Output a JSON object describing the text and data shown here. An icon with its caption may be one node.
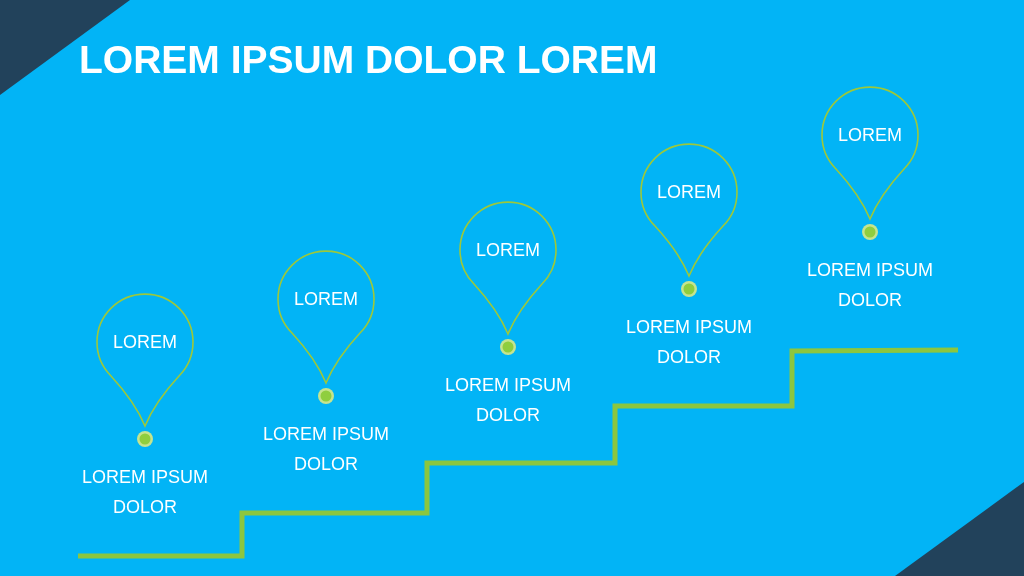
{
  "diagram": {
    "title": "LOREM IPSUM DOLOR LOREM",
    "nodes": [
      {
        "text": [
          "LOREM"
        ],
        "beside": [
          "LOREM IPSUM DOLOR"
        ]
      },
      {
        "text": [
          "LOREM"
        ],
        "beside": [
          "LOREM IPSUM DOLOR"
        ]
      },
      {
        "text": [
          "LOREM"
        ],
        "beside": [
          "LOREM IPSUM DOLOR"
        ]
      },
      {
        "text": [
          "LOREM"
        ],
        "beside": [
          "LOREM IPSUM DOLOR"
        ]
      },
      {
        "text": [
          "LOREM"
        ],
        "beside": [
          "LOREM IPSUM DOLOR"
        ]
      }
    ]
  }
}
